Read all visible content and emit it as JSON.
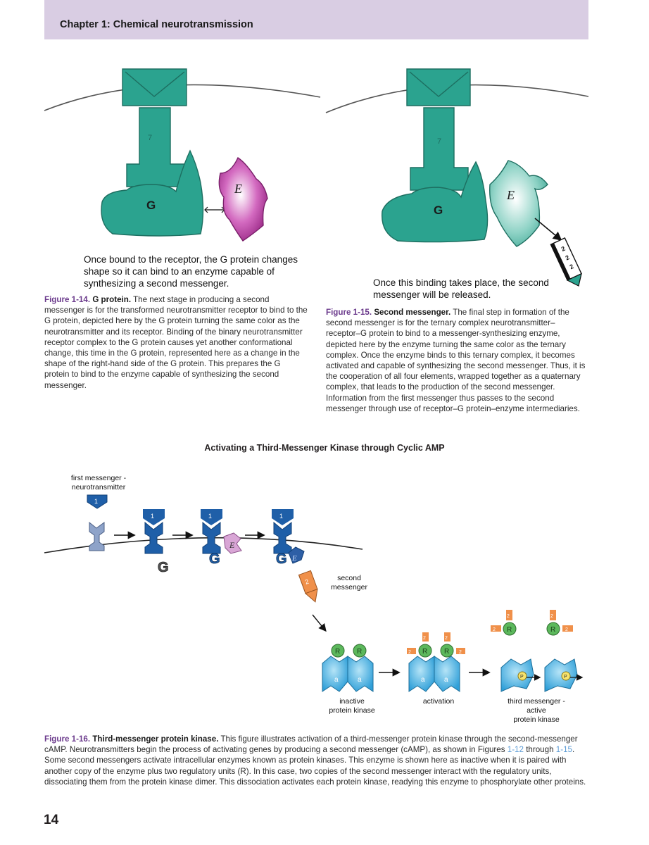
{
  "header": {
    "title": "Chapter 1: Chemical neurotransmission"
  },
  "fig14": {
    "callout": "Once bound to the receptor, the G protein changes shape so it can bind to an enzyme capable of synthesizing a second messenger.",
    "label": "Figure 1-14.",
    "title": "G protein.",
    "text": "The next stage in producing a second messenger is for the transformed neurotransmitter receptor to bind to the G protein, depicted here by the G protein turning the same color as the neurotransmitter and its receptor. Binding of the binary neurotransmitter receptor complex to the G protein causes yet another conformational change, this time in the G protein, represented here as a change in the shape of the right-hand side of the G protein. This prepares the G protein to bind to the enzyme capable of synthesizing the second messenger.",
    "receptor_num": "7",
    "g_label": "G",
    "e_label": "E"
  },
  "fig15": {
    "callout": "Once this binding takes place, the second messenger will be released.",
    "label": "Figure 1-15.",
    "title": "Second messenger.",
    "text": "The final step in formation of the second messenger is for the ternary complex neurotransmitter–receptor–G protein to bind to a messenger-synthesizing enzyme, depicted here by the enzyme turning the same color as the ternary complex. Once the enzyme binds to this ternary complex, it becomes activated and capable of synthesizing the second messenger. Thus, it is the cooperation of all four elements, wrapped together as a quaternary complex, that leads to the production of the second messenger. Information from the first messenger thus passes to the second messenger through use of receptor–G protein–enzyme intermediaries.",
    "receptor_num": "7",
    "g_label": "G",
    "e_label": "E",
    "messenger_num": "2"
  },
  "fig16": {
    "heading": "Activating a Third-Messenger Kinase through Cyclic AMP",
    "first_messenger": "first messenger -\nneurotransmitter",
    "one": "1",
    "two": "2",
    "g": "G",
    "e": "E",
    "second_messenger": "second\nmessenger",
    "r": "R",
    "a": "a",
    "p": "P",
    "inactive": "inactive\nprotein kinase",
    "activation": "activation",
    "third": "third messenger -\nactive\nprotein kinase",
    "label": "Figure 1-16.",
    "title": "Third-messenger protein kinase.",
    "text_a": "This figure illustrates activation of a third-messenger protein kinase through the second-messenger cAMP. Neurotransmitters begin the process of activating genes by producing a second messenger (cAMP), as shown in Figures",
    "ref1": "1-12",
    "through": "through",
    "ref2": "1-15",
    "text_b": ". Some second messengers activate intracellular enzymes known as protein kinases. This enzyme is shown here as inactive when it is paired with another copy of the enzyme plus two regulatory units (R). In this case, two copies of the second messenger interact with the regulatory units, dissociating them from the protein kinase dimer. This dissociation activates each protein kinase, readying this enzyme to phosphorylate other proteins."
  },
  "page_number": "14",
  "colors": {
    "header_band": "#d9cde3",
    "receptor_teal": "#2ba38f",
    "enzyme_magenta": "#b5399b",
    "receptor_blue": "#1f5fa8",
    "kinase_cyan": "#4ab6e4",
    "messenger_orange": "#f0904a",
    "reg_green": "#5cb85c",
    "caption_purple": "#6b3a8c"
  }
}
